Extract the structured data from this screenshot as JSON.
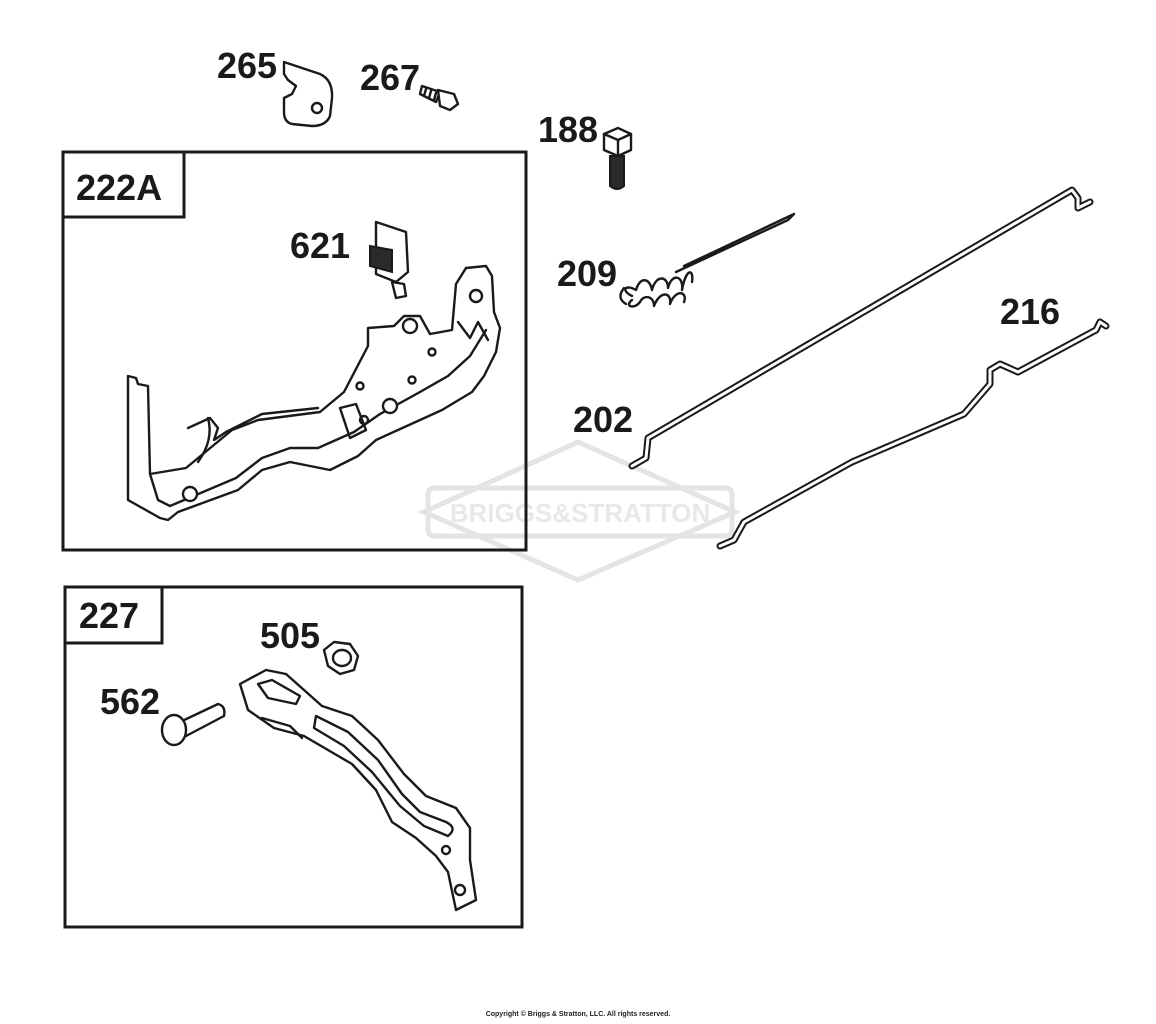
{
  "watermark": {
    "brand": "BRIGGS&STRATTON",
    "color": "#e6e6e6"
  },
  "callouts": {
    "p265": "265",
    "p267": "267",
    "p188": "188",
    "p222a": "222A",
    "p621": "621",
    "p209": "209",
    "p216": "216",
    "p202": "202",
    "p227": "227",
    "p505": "505",
    "p562": "562"
  },
  "footer": {
    "copyright": "Copyright © Briggs & Stratton, LLC. All rights reserved."
  }
}
